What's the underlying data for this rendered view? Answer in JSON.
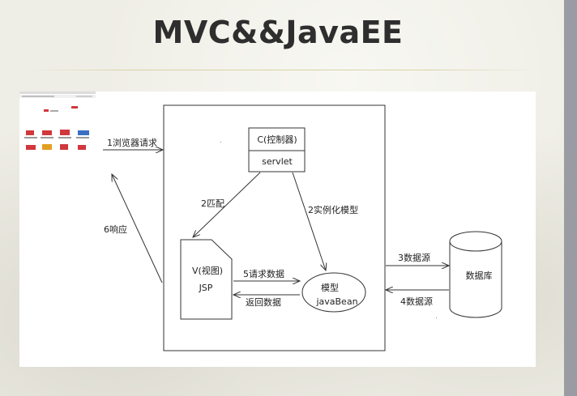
{
  "slide": {
    "title": "MVC&&JavaEE"
  },
  "diagram": {
    "controller": {
      "title": "C(控制器)",
      "subtitle": "servlet"
    },
    "view": {
      "title": "V(视图)",
      "subtitle": "JSP"
    },
    "model": {
      "title": "模型",
      "subtitle": "javaBean"
    },
    "database": {
      "title": "数据库"
    },
    "arrows": {
      "browser_request": "1浏览器请求",
      "match": "2匹配",
      "instantiate_model": "2实例化模型",
      "request_data": "5请求数据",
      "return_data": "返回数据",
      "response": "6响应",
      "datasource_out": "3数据源",
      "datasource_in": "4数据源"
    },
    "colors": {
      "line": "#333333",
      "box_fill": "#ffffff",
      "accent_red": "#d0383c"
    }
  }
}
